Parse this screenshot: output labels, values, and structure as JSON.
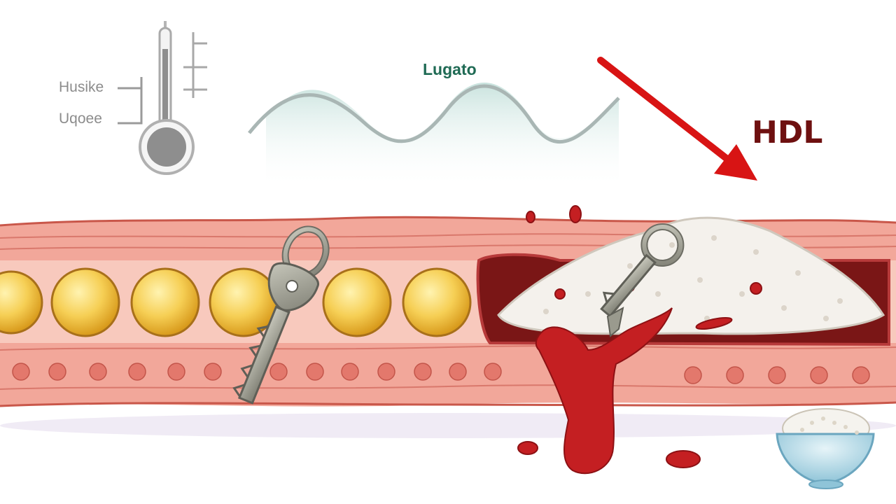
{
  "thermometer": {
    "labels": [
      "Husike",
      "Uqoee"
    ]
  },
  "wave_panel": {
    "title": "Lugato"
  },
  "trend": {
    "label": "HDL",
    "arrow_color": "#d81414",
    "direction": "down"
  },
  "artery": {
    "wall_color": "#f2a79a",
    "lumen_color": "#f8c9bd",
    "fat_cells_count": 6,
    "fat_cell_color": "#f3c23f"
  },
  "icons": [
    "key-icon",
    "broken-key-icon",
    "rice-bowl-icon",
    "blood-splatter-icon",
    "thermometer-icon",
    "wave-icon"
  ]
}
